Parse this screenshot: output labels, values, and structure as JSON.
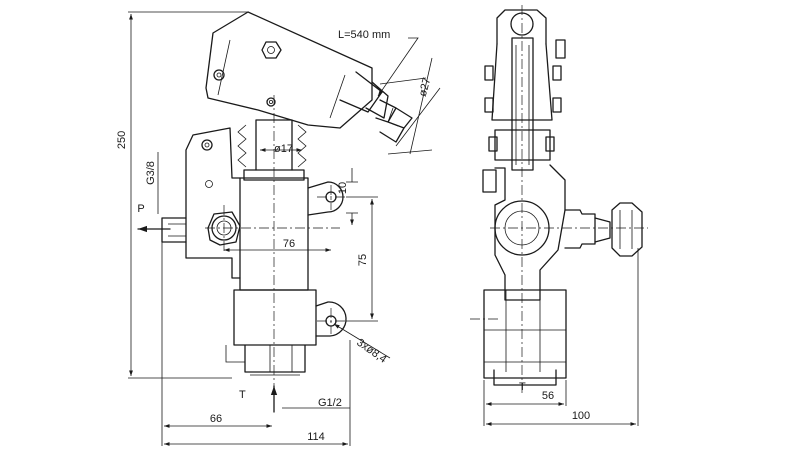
{
  "labels": {
    "lever_length": "L=540 mm",
    "handle_diameter": "ø27",
    "piston_diameter": "ø17",
    "port_p_thread": "G3/8",
    "port_p": "P",
    "overall_height": "250",
    "dim_10": "10",
    "dim_76": "76",
    "dim_75": "75",
    "mounting_holes": "3xø8,4",
    "port_t": "T",
    "port_t_thread": "G1/2",
    "dim_66": "66",
    "dim_114": "114",
    "side_port_t": "T",
    "dim_56": "56",
    "dim_100": "100"
  }
}
